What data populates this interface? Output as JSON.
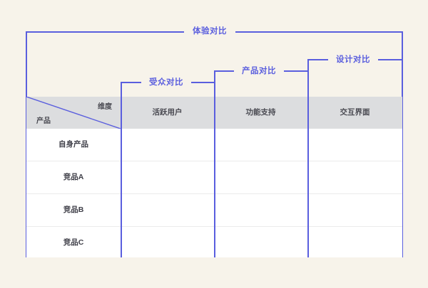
{
  "diagram": {
    "type": "competitive-analysis-matrix",
    "title": "体验对比",
    "background_color": "#f7f3ea",
    "accent_color": "#5a5ede",
    "header_band_color": "#dcdddf",
    "body_color": "#ffffff",
    "groups": [
      {
        "id": "audience",
        "label": "受众对比",
        "spans_columns": [
          "活跃用户"
        ]
      },
      {
        "id": "product",
        "label": "产品对比",
        "spans_columns": [
          "功能支持"
        ]
      },
      {
        "id": "design",
        "label": "设计对比",
        "spans_columns": [
          "交互界面"
        ]
      }
    ],
    "corner_cell": {
      "dimension_label": "维度",
      "product_label": "产品"
    },
    "columns": [
      {
        "key": "active_users",
        "label": "活跃用户"
      },
      {
        "key": "feature_support",
        "label": "功能支持"
      },
      {
        "key": "interface",
        "label": "交互界面"
      }
    ],
    "rows": [
      {
        "key": "own",
        "label": "自身产品",
        "cells": [
          "",
          "",
          ""
        ]
      },
      {
        "key": "rival_a",
        "label": "竞品A",
        "cells": [
          "",
          "",
          ""
        ]
      },
      {
        "key": "rival_b",
        "label": "竞品B",
        "cells": [
          "",
          "",
          ""
        ]
      },
      {
        "key": "rival_c",
        "label": "竞品C",
        "cells": [
          "",
          "",
          ""
        ]
      }
    ]
  }
}
